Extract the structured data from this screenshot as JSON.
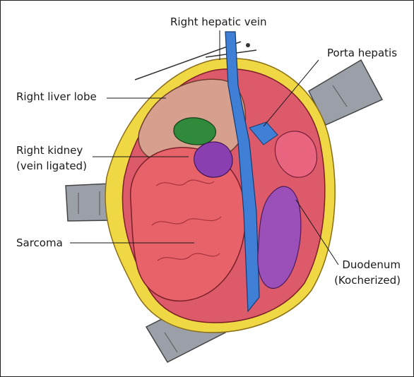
{
  "figure": {
    "labels": {
      "right_hepatic_vein": "Right hepatic vein",
      "porta_hepatis": "Porta hepatis",
      "right_liver_lobe": "Right liver lobe",
      "right_kidney_line1": "Right kidney",
      "right_kidney_line2": "(vein ligated)",
      "sarcoma": "Sarcoma",
      "duodenum_line1": "Duodenum",
      "duodenum_line2": "(Kocherized)"
    },
    "colors": {
      "sarcoma": "#e8626a",
      "liver": "#d7a08e",
      "vessel_blue": "#3f7fd6",
      "kidney_purple": "#8a3fb0",
      "green_organ": "#2f8a3c",
      "yellow_fat": "#f0d845",
      "retractor_gray": "#9ba0a8",
      "pink_tissue": "#e9647e"
    }
  }
}
